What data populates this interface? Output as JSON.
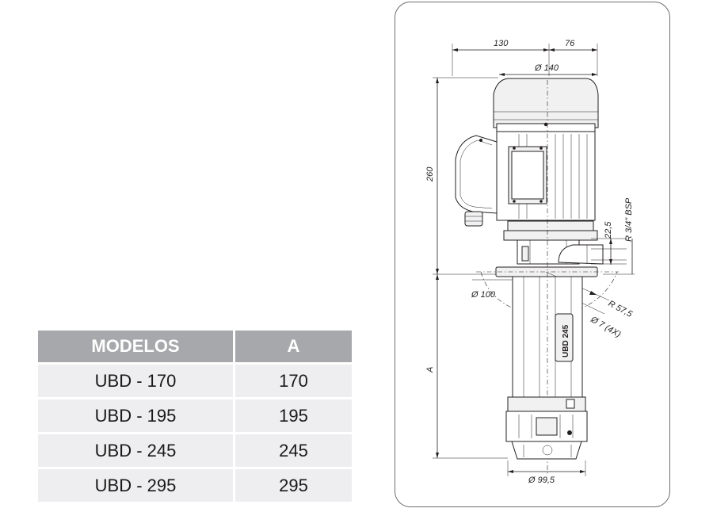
{
  "table": {
    "headers": [
      "MODELOS",
      "A"
    ],
    "rows": [
      [
        "UBD - 170",
        "170"
      ],
      [
        "UBD - 195",
        "195"
      ],
      [
        "UBD - 245",
        "245"
      ],
      [
        "UBD - 295",
        "295"
      ]
    ]
  },
  "drawing": {
    "dim_top_left": "130",
    "dim_top_right": "76",
    "dim_motor_diameter": "Ø 140",
    "dim_height": "260",
    "dim_outlet_height": "22,5",
    "dim_thread": "R 3/4\" BSP",
    "dim_flange_diameter": "Ø 100",
    "dim_radius": "R 57,5",
    "dim_holes": "Ø 7 (4X)",
    "dim_length": "A",
    "dim_base_diameter": "Ø 99,5",
    "body_label": "UBD 245"
  },
  "colors": {
    "header_bg": "#a7a8ab",
    "row_bg": "#eeeef0",
    "line": "#231f20",
    "frame": "#6d6e71"
  }
}
